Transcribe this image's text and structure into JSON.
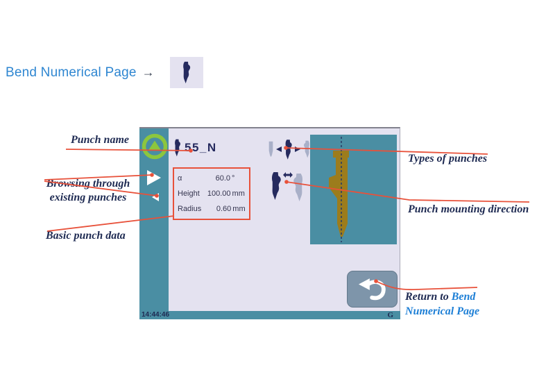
{
  "intro": {
    "label": "Bend Numerical Page",
    "arrow": "→"
  },
  "screen": {
    "punch_name": "55_N",
    "data_rows": [
      {
        "label": "α",
        "value": "60.0",
        "unit": "°"
      },
      {
        "label": "Height",
        "value": "100.00",
        "unit": "mm"
      },
      {
        "label": "Radius",
        "value": "0.60",
        "unit": "mm"
      }
    ],
    "time": "14:44:46",
    "brand": "G"
  },
  "callouts": {
    "punch_name": "Punch name",
    "browsing_1": "Browsing through",
    "browsing_2": "existing punches",
    "basic_data": "Basic punch data",
    "types": "Types of punches",
    "mounting": "Punch mounting direction",
    "return_prefix": "Return to ",
    "return_blue_1": "Bend",
    "return_blue_2": "Numerical Page"
  },
  "colors": {
    "teal": "#4a8ea3",
    "panel": "#e4e2f0",
    "navy": "#252a5e",
    "red": "#e8513a",
    "green": "#8cc63e",
    "gold": "#9c7c1c",
    "blue_text": "#2e86d1",
    "button": "#7e95aa"
  }
}
